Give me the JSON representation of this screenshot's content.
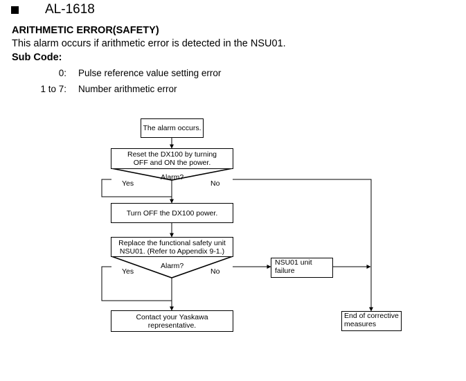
{
  "alarm": {
    "code": "AL-1618",
    "title": "ARITHMETIC ERROR(SAFETY)",
    "description": "This alarm occurs if arithmetic error is detected in the NSU01.",
    "subcode_heading": "Sub Code:"
  },
  "subcodes": [
    {
      "code": "0:",
      "description": "Pulse reference value setting error"
    },
    {
      "code": "1 to 7:",
      "description": "Number arithmetic error"
    }
  ],
  "flowchart": {
    "start": "The alarm occurs.",
    "reset_step": [
      "Reset the DX100 by turning",
      "OFF and ON the power."
    ],
    "decision1": {
      "question": "Alarm?",
      "yes": "Yes",
      "no": "No"
    },
    "power_off": "Turn OFF the DX100 power.",
    "replace_step": [
      "Replace the functional safety unit",
      "NSU01. (Refer to Appendix 9-1.)"
    ],
    "decision2": {
      "question": "Alarm?",
      "yes": "Yes",
      "no": "No"
    },
    "unit_failure": [
      "NSU01 unit",
      "failure"
    ],
    "contact": "Contact your Yaskawa representative.",
    "end": [
      "End of corrective",
      "measures"
    ]
  }
}
